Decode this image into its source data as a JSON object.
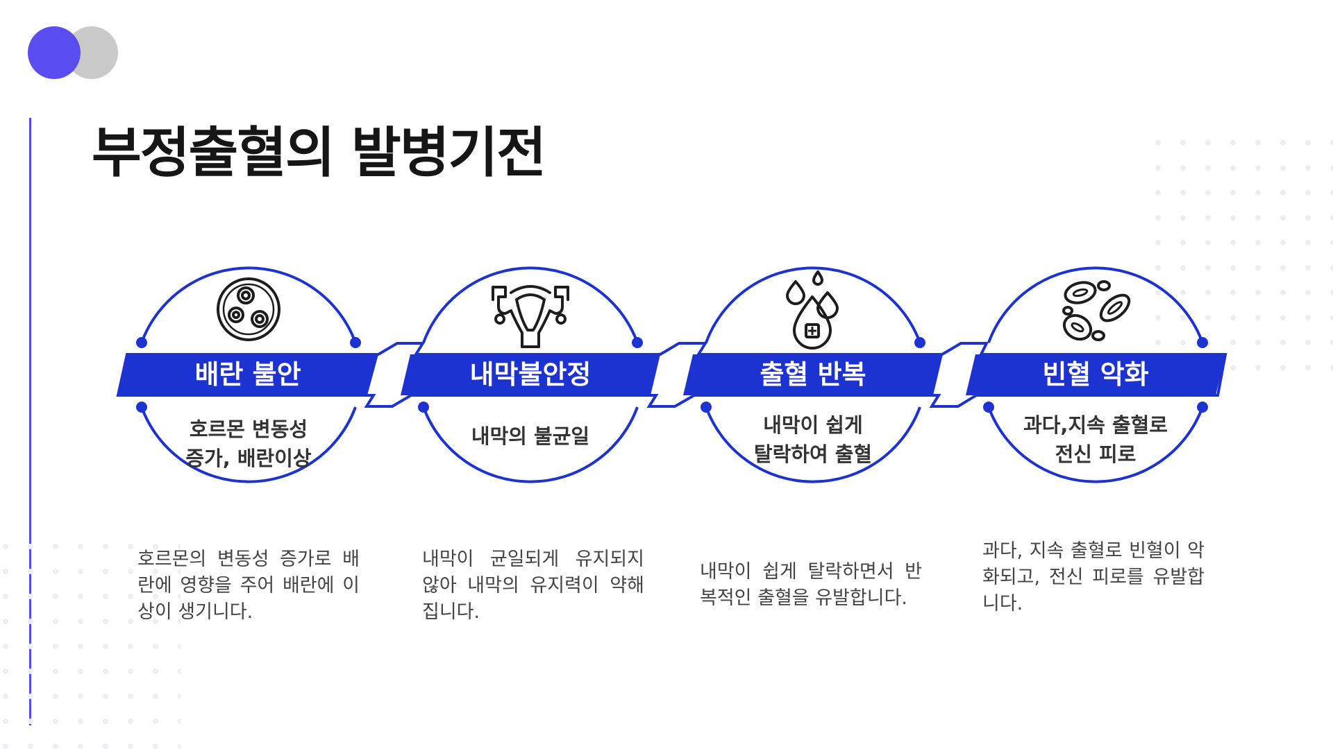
{
  "title": "부정출혈의 발병기전",
  "colors": {
    "accent": "#1c33d1",
    "logo_blue": "#5a4df0",
    "logo_gray": "#c9c9c9"
  },
  "steps": [
    {
      "icon": "cell-icon",
      "label": "배란 불안",
      "subtitle": "호르몬 변동성\n증가, 배란이상",
      "description": "호르몬의 변동성 증가로 배란에 영향을 주어 배란에 이상이 생기니다."
    },
    {
      "icon": "uterus-icon",
      "label": "내막불안정",
      "subtitle": "내막의 불균일",
      "description": "내막이 균일되게 유지되지 않아 내막의 유지력이 약해 집니다."
    },
    {
      "icon": "blood-drops-icon",
      "label": "출혈 반복",
      "subtitle": "내막이 쉽게\n탈락하여 출혈",
      "description": "내막이 쉽게 탈락하면서 반복적인 출혈을 유발합니다."
    },
    {
      "icon": "red-blood-cells-icon",
      "label": "빈혈 악화",
      "subtitle": "과다,지속 출혈로\n전신 피로",
      "description": "과다, 지속 출혈로 빈혈이 악화되고, 전신 피로를 유발합니다."
    }
  ]
}
